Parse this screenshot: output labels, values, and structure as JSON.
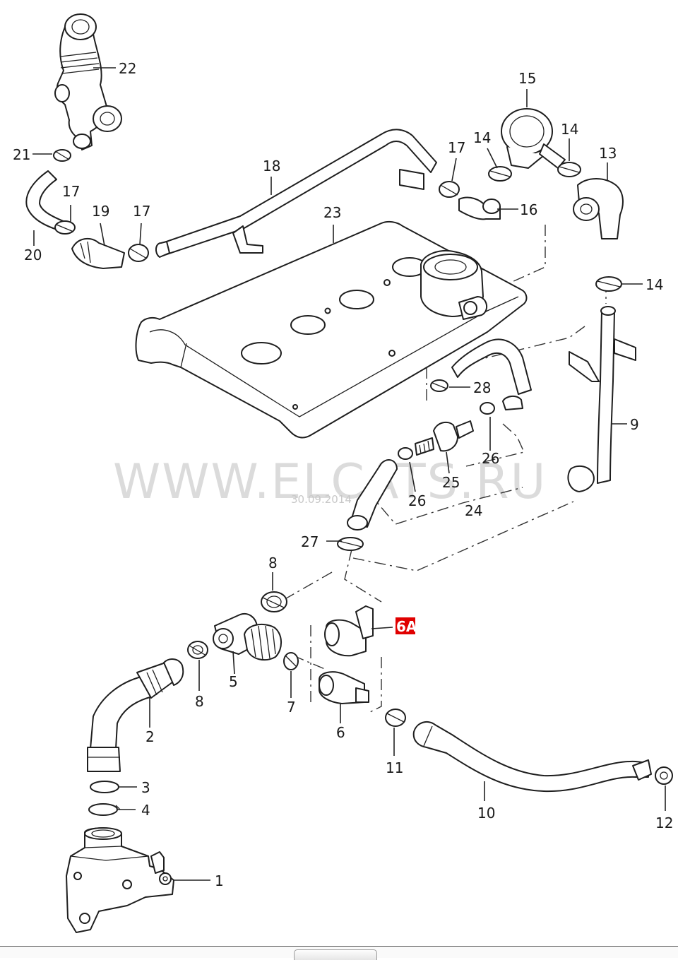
{
  "watermark": {
    "text": "WWW.ELCATS.RU",
    "date": "30.09.2014"
  },
  "highlight": {
    "label": "6A",
    "color": "#e00000"
  },
  "callouts": {
    "p1": "1",
    "p2": "2",
    "p3": "3",
    "p4": "4",
    "p5": "5",
    "p6": "6",
    "p7": "7",
    "p8a": "8",
    "p8b": "8",
    "p9": "9",
    "p10": "10",
    "p11": "11",
    "p12": "12",
    "p13": "13",
    "p14a": "14",
    "p14b": "14",
    "p14c": "14",
    "p15": "15",
    "p16": "16",
    "p17a": "17",
    "p17b": "17",
    "p17c": "17",
    "p18": "18",
    "p19": "19",
    "p20": "20",
    "p21": "21",
    "p22": "22",
    "p23": "23",
    "p24": "24",
    "p25": "25",
    "p26a": "26",
    "p26b": "26",
    "p27": "27",
    "p28": "28"
  },
  "nav": {
    "button_label": ""
  }
}
